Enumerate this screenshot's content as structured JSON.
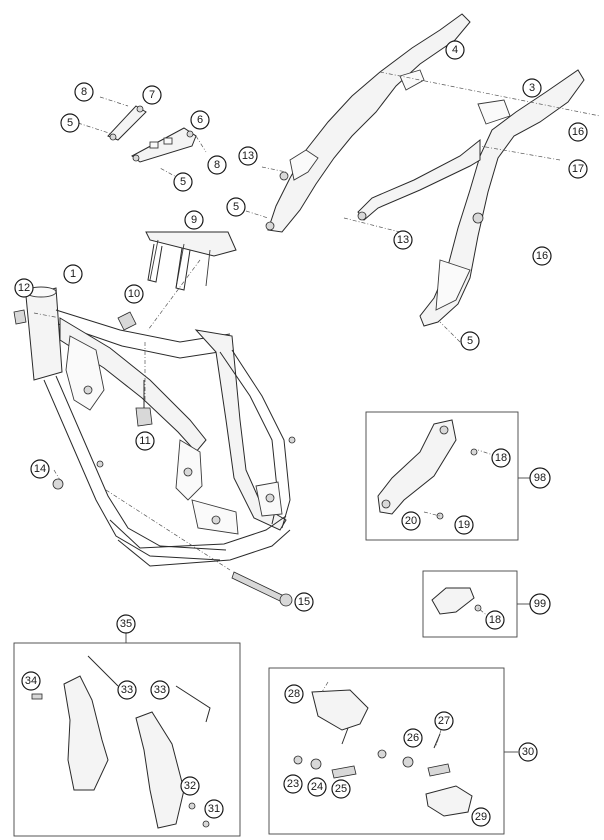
{
  "callouts": [
    {
      "id": "c1",
      "label": "1"
    },
    {
      "id": "c3",
      "label": "3"
    },
    {
      "id": "c4",
      "label": "4"
    },
    {
      "id": "c5a",
      "label": "5"
    },
    {
      "id": "c5b",
      "label": "5"
    },
    {
      "id": "c5c",
      "label": "5"
    },
    {
      "id": "c5d",
      "label": "5"
    },
    {
      "id": "c6",
      "label": "6"
    },
    {
      "id": "c7",
      "label": "7"
    },
    {
      "id": "c8a",
      "label": "8"
    },
    {
      "id": "c8b",
      "label": "8"
    },
    {
      "id": "c9",
      "label": "9"
    },
    {
      "id": "c10",
      "label": "10"
    },
    {
      "id": "c11",
      "label": "11"
    },
    {
      "id": "c12",
      "label": "12"
    },
    {
      "id": "c13a",
      "label": "13"
    },
    {
      "id": "c13b",
      "label": "13"
    },
    {
      "id": "c14",
      "label": "14"
    },
    {
      "id": "c15",
      "label": "15"
    },
    {
      "id": "c16a",
      "label": "16"
    },
    {
      "id": "c16b",
      "label": "16"
    },
    {
      "id": "c17",
      "label": "17"
    },
    {
      "id": "c18a",
      "label": "18"
    },
    {
      "id": "c18b",
      "label": "18"
    },
    {
      "id": "c19",
      "label": "19"
    },
    {
      "id": "c20",
      "label": "20"
    },
    {
      "id": "c23",
      "label": "23"
    },
    {
      "id": "c24",
      "label": "24"
    },
    {
      "id": "c25",
      "label": "25"
    },
    {
      "id": "c26",
      "label": "26"
    },
    {
      "id": "c27",
      "label": "27"
    },
    {
      "id": "c28",
      "label": "28"
    },
    {
      "id": "c29",
      "label": "29"
    },
    {
      "id": "c30",
      "label": "30"
    },
    {
      "id": "c31",
      "label": "31"
    },
    {
      "id": "c32",
      "label": "32"
    },
    {
      "id": "c33a",
      "label": "33"
    },
    {
      "id": "c33b",
      "label": "33"
    },
    {
      "id": "c34",
      "label": "34"
    },
    {
      "id": "c35",
      "label": "35"
    },
    {
      "id": "c98",
      "label": "98"
    },
    {
      "id": "c99",
      "label": "99"
    }
  ]
}
